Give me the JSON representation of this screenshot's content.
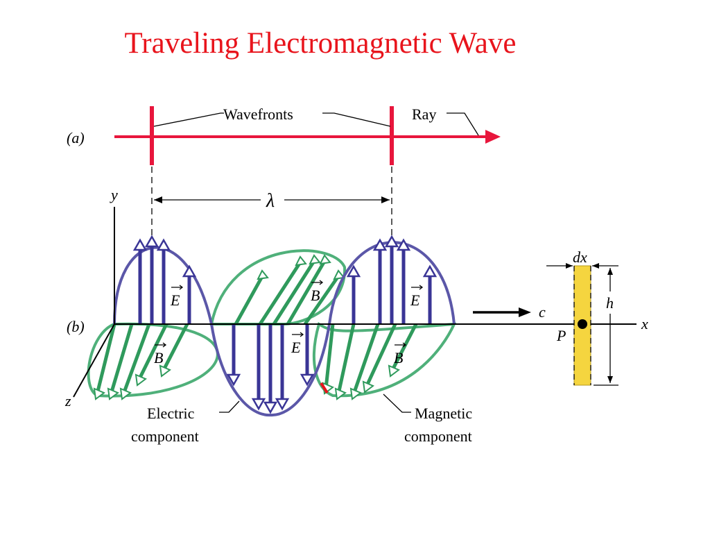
{
  "title": "Traveling Electromagnetic Wave",
  "panel_a": {
    "label": "(a)",
    "wavefronts_label": "Wavefronts",
    "ray_label": "Ray"
  },
  "panel_b": {
    "label": "(b)",
    "axes": {
      "y": "y",
      "x": "x",
      "z": "z"
    },
    "wavelength_symbol": "λ",
    "field_labels": {
      "e": "E",
      "b": "B"
    },
    "speed_label": "c",
    "strip": {
      "dx": "dx",
      "h": "h",
      "point": "P"
    },
    "electric_label": [
      "Electric",
      "component"
    ],
    "magnetic_label": [
      "Magnetic",
      "component"
    ]
  },
  "colors": {
    "title": "#e8141c",
    "ray": "#e8163c",
    "electric": "#5b57a8",
    "electric_arrow": "#3a3596",
    "magnetic": "#4fb07a",
    "magnetic_arrow": "#2f9a5c",
    "strip": "#f5d53f"
  }
}
